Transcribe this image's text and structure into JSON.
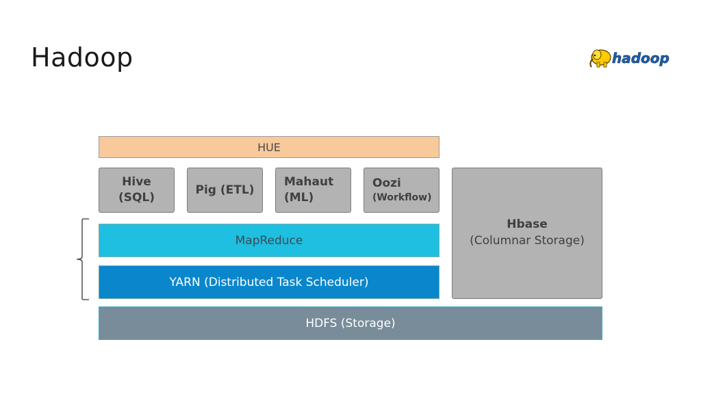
{
  "title": "Hadoop",
  "logo": {
    "text": "hadoop",
    "icon": "elephant-icon"
  },
  "hue": {
    "label": "HUE"
  },
  "tools": [
    {
      "main": "Hive",
      "sub": "(SQL)"
    },
    {
      "main": "Pig (ETL)",
      "sub": ""
    },
    {
      "main": "Mahaut",
      "sub": "(ML)"
    },
    {
      "main": "Oozi",
      "sub": "(Workflow)"
    }
  ],
  "hbase": {
    "main": "Hbase",
    "sub": "(Columnar Storage)"
  },
  "mapreduce": {
    "label": "MapReduce"
  },
  "yarn": {
    "label": "YARN (Distributed Task Scheduler)"
  },
  "hdfs": {
    "label": "HDFS (Storage)"
  },
  "colors": {
    "hue": "#f8c99b",
    "tools": "#b3b3b3",
    "mapreduce": "#1ebfe0",
    "yarn": "#0a87cc",
    "hdfs": "#788c99"
  }
}
